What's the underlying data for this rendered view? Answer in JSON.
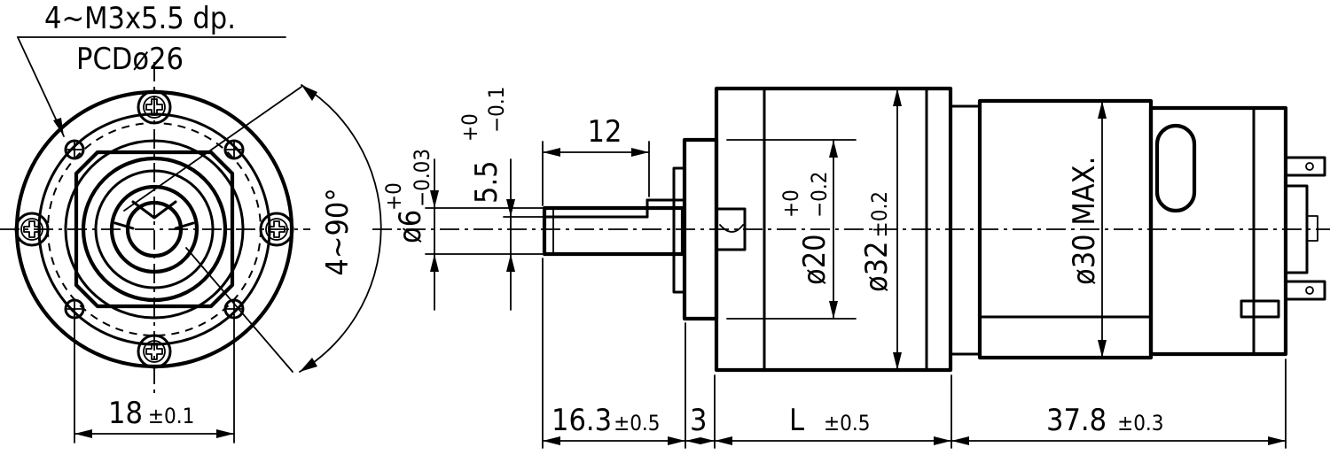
{
  "front_view": {
    "holes_note_line1": "4~M3x5.5  dp.",
    "holes_note_line2": "PCDø26",
    "angle_label": "4~90°",
    "width_dim": "18",
    "width_tol": "±0.1"
  },
  "shaft": {
    "length_dim": "12",
    "diameter_prefix": "ø6",
    "diameter_tol_upper": "+0",
    "diameter_tol_lower": "−0.03",
    "flat_dim": "5.5",
    "flat_tol_upper": "+0",
    "flat_tol_lower": "−0.1"
  },
  "gearbox": {
    "pilot_prefix": "ø20",
    "pilot_tol_upper": "+0",
    "pilot_tol_lower": "−0.2",
    "body_dim": "ø32",
    "body_tol": "±0.2"
  },
  "motor": {
    "diameter_label": "ø30 MAX."
  },
  "bottom_dims": {
    "shaft_len": "16.3",
    "shaft_len_tol": "±0.5",
    "boss_len": "3",
    "gear_len": "L",
    "gear_len_tol": "±0.5",
    "motor_len": "37.8",
    "motor_len_tol": "±0.3"
  }
}
